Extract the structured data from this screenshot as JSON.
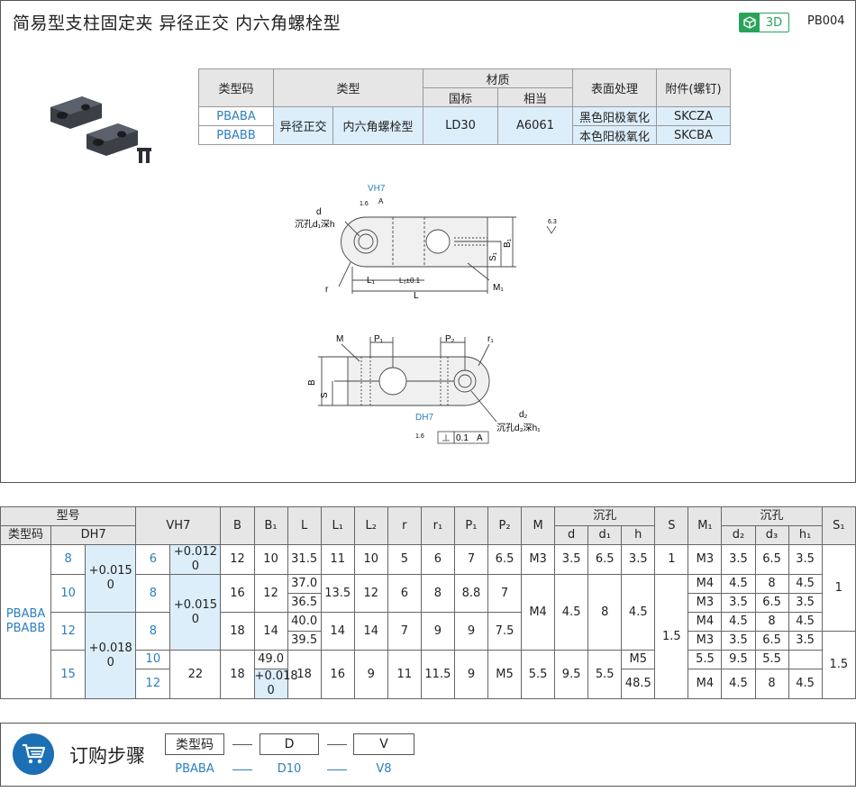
{
  "header": {
    "title": "简易型支柱固定夹  异径正交  内六角螺栓型",
    "badge_3d": "3D",
    "code": "PB004"
  },
  "spec_table": {
    "h_type_code": "类型码",
    "h_type": "类型",
    "h_material": "材质",
    "h_standard": "国标",
    "h_equivalent": "相当",
    "h_surface": "表面处理",
    "h_accessory": "附件(螺钉)",
    "type_main": "异径正交",
    "type_sub": "内六角螺栓型",
    "material_std": "LD30",
    "material_eq": "A6061",
    "rows": [
      {
        "code": "PBABA",
        "surface": "黑色阳极氧化",
        "accessory": "SKCZA"
      },
      {
        "code": "PBABB",
        "surface": "本色阳极氧化",
        "accessory": "SKCBA"
      }
    ]
  },
  "drawing": {
    "vh7": "VH7",
    "d": "d",
    "counterbore_d1h": "沉孔d₁深h",
    "r": "r",
    "l1": "L₁",
    "l2": "L₂±0.1",
    "l": "L",
    "m1": "M₁",
    "b1": "B₁",
    "s1": "S₁",
    "roughness_top": "1.6",
    "roughness_right": "6.3",
    "datum_a": "A",
    "m": "M",
    "p1": "P₁",
    "p2": "P₂",
    "r1": "r₁",
    "b": "B",
    "s": "S",
    "dh7": "DH7",
    "d2": "d₂",
    "counterbore_d3h1": "沉孔d₃深h₁",
    "roughness_bottom": "1.6",
    "perp_tol": "0.1",
    "perp_datum": "A"
  },
  "data_table": {
    "h_model": "型号",
    "h_type_code": "类型码",
    "h_dh7": "DH7",
    "h_vh7": "VH7",
    "h_B": "B",
    "h_B1": "B₁",
    "h_L": "L",
    "h_L1": "L₁",
    "h_L2": "L₂",
    "h_r": "r",
    "h_r1": "r₁",
    "h_P1": "P₁",
    "h_P2": "P₂",
    "h_M": "M",
    "h_cb": "沉孔",
    "h_d": "d",
    "h_d1": "d₁",
    "h_h": "h",
    "h_S": "S",
    "h_M1": "M₁",
    "h_cb2": "沉孔",
    "h_d2": "d₂",
    "h_d3": "d₃",
    "h_h1": "h₁",
    "h_S1": "S₁",
    "type_codes": "PBABA\nPBABB",
    "d_vals": [
      "8",
      "10",
      "12",
      "15"
    ],
    "d_tol_a": "+0.015\n0",
    "d_tol_b": "+0.018\n0",
    "v_vals": [
      "6",
      "8",
      "10",
      "12"
    ],
    "v_tol_a": "+0.012\n0",
    "v_tol_b": "+0.015\n0",
    "v_tol_c": "+0.018\n0",
    "B": [
      "12",
      "16",
      "18",
      "22"
    ],
    "B1": [
      "10",
      "12",
      "14",
      "18"
    ],
    "L": [
      "31.5",
      "37.0",
      "36.5",
      "40.0",
      "39.5",
      "49.0",
      "48.5"
    ],
    "L1": [
      "11",
      "13.5",
      "14",
      "18"
    ],
    "L2": [
      "10",
      "12",
      "14",
      "16"
    ],
    "r": [
      "5",
      "6",
      "7",
      "9"
    ],
    "r1": [
      "6",
      "8",
      "9",
      "11"
    ],
    "P1": [
      "7",
      "8.8",
      "9",
      "11.5"
    ],
    "P2": [
      "6.5",
      "7",
      "7.5",
      "9"
    ],
    "M": [
      "M3",
      "M4",
      "M5"
    ],
    "cb_d": [
      "3.5",
      "4.5",
      "5.5"
    ],
    "cb_d1": [
      "6.5",
      "8",
      "9.5"
    ],
    "cb_h": [
      "3.5",
      "4.5",
      "5.5"
    ],
    "S": [
      "1",
      "1.5"
    ],
    "M1": [
      "M3",
      "M4",
      "M3",
      "M4",
      "M3",
      "M5",
      "M4"
    ],
    "d2": [
      "3.5",
      "4.5",
      "3.5",
      "4.5",
      "3.5",
      "5.5",
      "4.5"
    ],
    "d3": [
      "6.5",
      "8",
      "6.5",
      "8",
      "6.5",
      "9.5",
      "8"
    ],
    "h1": [
      "3.5",
      "4.5",
      "3.5",
      "4.5",
      "3.5",
      "5.5",
      "4.5"
    ],
    "S1": [
      "1",
      "1.5"
    ]
  },
  "order": {
    "title": "订购步骤",
    "boxes": [
      "类型码",
      "D",
      "V"
    ],
    "values": [
      "PBABA",
      "D10",
      "V8"
    ]
  },
  "colors": {
    "accent": "#2a7fc0",
    "header_bg": "#e6e6e6",
    "highlight_bg": "#dceefa",
    "badge_green": "#2aa35a",
    "cart_blue": "#1a6fb5"
  }
}
